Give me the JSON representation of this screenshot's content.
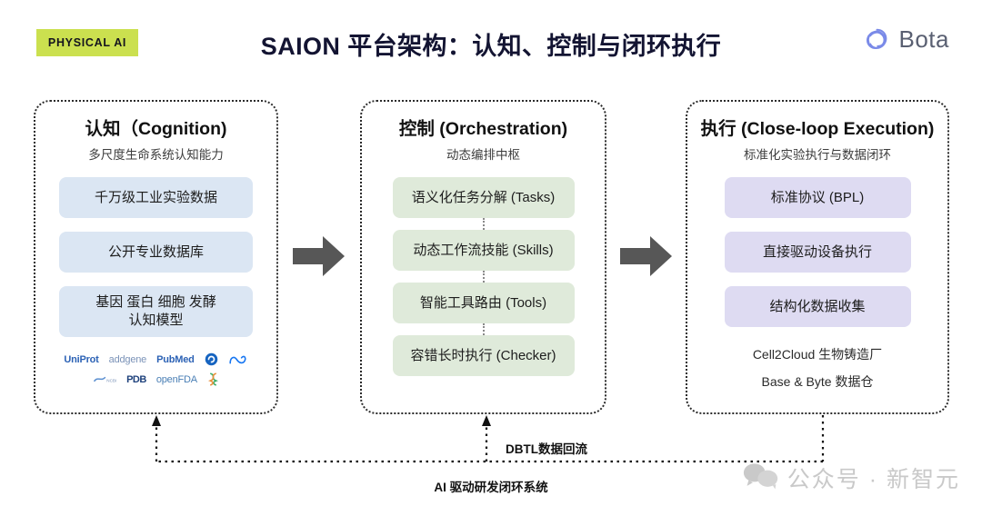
{
  "header": {
    "badge": "PHYSICAL AI",
    "title": "SAION 平台架构：认知、控制与闭环执行",
    "brand_name": "Bota",
    "brand_icon": "bota-spiral-icon",
    "badge_color": "#cbe04f",
    "title_color": "#131432"
  },
  "columns": [
    {
      "id": "cognition",
      "title": "认知（Cognition)",
      "title_cn": "认知",
      "title_en": "(Cognition)",
      "subtitle": "多尺度生命系统认知能力",
      "chip_color": "#dbe6f3",
      "chips": [
        "千万级工业实验数据",
        "公开专业数据库",
        "基因 蛋白 细胞 发酵\n认知模型"
      ],
      "logos": [
        [
          "UniProt",
          "addgene",
          "PubMed",
          "openai-spiral-icon",
          "meta-infinity-icon"
        ],
        [
          "NCBI",
          "PDB",
          "openFDA",
          "dna-helix-icon"
        ]
      ]
    },
    {
      "id": "orchestration",
      "title": "控制 (Orchestration)",
      "title_cn": "控制",
      "title_en": "(Orchestration)",
      "subtitle": "动态编排中枢",
      "chip_color": "#dfeada",
      "chips": [
        "语义化任务分解 (Tasks)",
        "动态工作流技能 (Skills)",
        "智能工具路由 (Tools)",
        "容错长时执行 (Checker)"
      ],
      "logos": []
    },
    {
      "id": "execution",
      "title": "执行 (Close-loop Execution)",
      "title_cn": "执行",
      "title_en": "(Close-loop Execution)",
      "subtitle": "标准化实验执行与数据闭环",
      "chip_color": "#dedbf2",
      "chips": [
        "标准协议 (BPL)",
        "直接驱动设备执行",
        "结构化数据收集"
      ],
      "notes": [
        "Cell2Cloud 生物铸造厂",
        "Base & Byte 数据仓"
      ],
      "logos": []
    }
  ],
  "arrows": {
    "cognition_to_orchestration": "right-block-arrow",
    "orchestration_to_execution": "right-block-arrow",
    "arrow_color": "#575757"
  },
  "feedback": {
    "dbtl_label": "DBTL数据回流",
    "loop_label": "AI 驱动研发闭环系统"
  },
  "watermark": {
    "icon": "wechat-icon",
    "text": "公众号 · 新智元"
  }
}
